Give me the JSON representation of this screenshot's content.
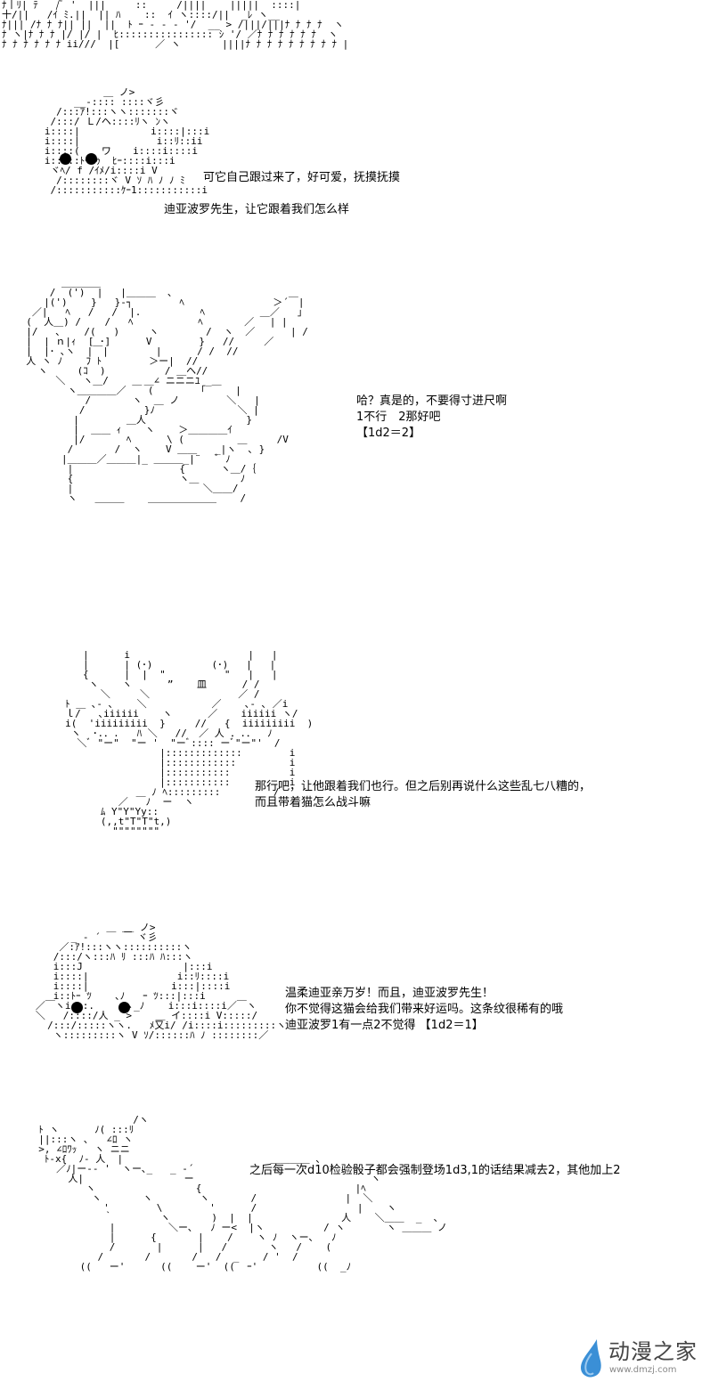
{
  "panels": [
    {
      "lines": [
        "可它自己跟过来了，好可爱，抚摸抚摸",
        "迪亚波罗先生，让它跟着我们怎么样"
      ]
    },
    {
      "lines": [
        "哈？真是的，不要得寸进尺啊",
        "1不行　2那好吧",
        "【1d2＝2】"
      ]
    },
    {
      "lines": [
        "那行吧，让他跟着我们也行。但之后别再说什么这些乱七八糟的，",
        "而且带着猫怎么战斗嘛"
      ]
    },
    {
      "lines": [
        "温柔迪亚亲万岁！而且，迪亚波罗先生！",
        "你不觉得这猫会给我们带来好运吗。这条纹很稀有的哦",
        "迪亚波罗1有一点2不觉得 【1d2＝1】"
      ]
    },
    {
      "lines": [
        "之后每一次d10检验骰子都会强制登场1d3,1的话结果减去2，其他加上2"
      ]
    }
  ],
  "watermark": {
    "text": "动漫之家",
    "url": "www.dmzj.com",
    "icon": "water-drop-icon",
    "color": "#3a8fd6"
  }
}
